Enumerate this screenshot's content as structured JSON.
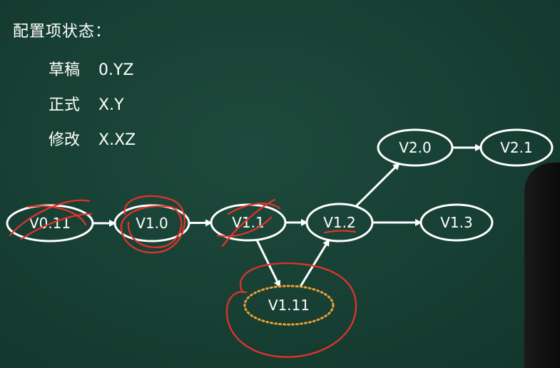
{
  "legend": {
    "title": "配置项状态：",
    "rows": [
      {
        "name": "草稿",
        "format": "0.YZ"
      },
      {
        "name": "正式",
        "format": "X.Y"
      },
      {
        "name": "修改",
        "format": "X.XZ"
      }
    ]
  },
  "nodes": [
    {
      "id": "v011",
      "label": "V0.11",
      "style": "solid"
    },
    {
      "id": "v10",
      "label": "V1.0",
      "style": "solid"
    },
    {
      "id": "v11",
      "label": "V1.1",
      "style": "solid"
    },
    {
      "id": "v12",
      "label": "V1.2",
      "style": "solid"
    },
    {
      "id": "v13",
      "label": "V1.3",
      "style": "solid"
    },
    {
      "id": "v20",
      "label": "V2.0",
      "style": "solid"
    },
    {
      "id": "v21",
      "label": "V2.1",
      "style": "solid"
    },
    {
      "id": "v111",
      "label": "V1.11",
      "style": "dotted"
    }
  ],
  "edges": [
    {
      "from": "v011",
      "to": "v10"
    },
    {
      "from": "v10",
      "to": "v11"
    },
    {
      "from": "v11",
      "to": "v12"
    },
    {
      "from": "v12",
      "to": "v13"
    },
    {
      "from": "v12",
      "to": "v20"
    },
    {
      "from": "v20",
      "to": "v21"
    },
    {
      "from": "v11",
      "to": "v111"
    },
    {
      "from": "v111",
      "to": "v12"
    }
  ],
  "colors": {
    "node_stroke": "#ffffff",
    "dotted_node_stroke": "#f0a030",
    "annotation": "#e8322a",
    "background": "#173f33"
  }
}
